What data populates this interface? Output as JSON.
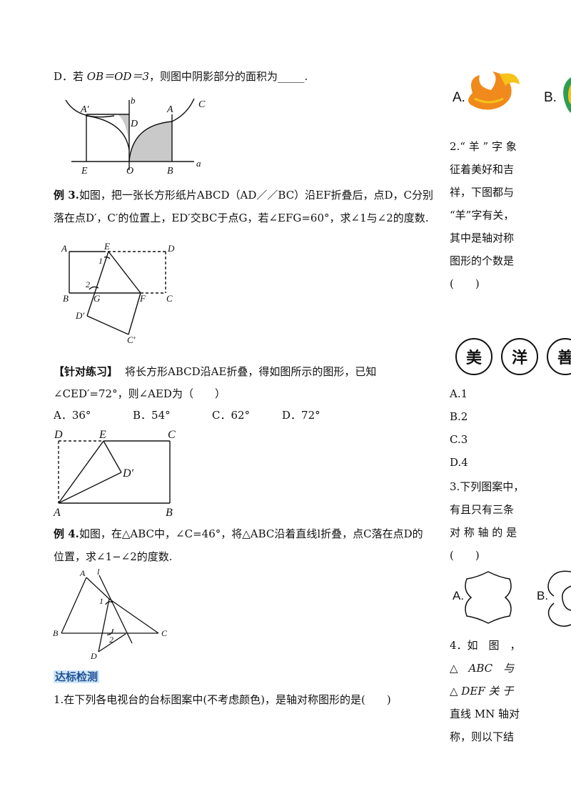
{
  "left": {
    "line_d": {
      "prefix": "D．若 ",
      "expr": "OB＝OD＝3",
      "suffix": "，则图中阴影部分的面积为_____."
    },
    "fig1_labels": {
      "A1": "A′",
      "D": "D",
      "A": "A",
      "C": "C",
      "b": "b",
      "E": "E",
      "O": "O",
      "B": "B",
      "a": "a"
    },
    "ex3": {
      "head": "例 3.",
      "line1": "如图，把一张长方形纸片ABCD（AD／／BC）沿EF折叠后，点D，C分别",
      "line2": "落在点D′，C′的位置上，ED′交BC于点G，若∠EFG=60°，求∠1与∠2的度数."
    },
    "fig2_labels": {
      "A": "A",
      "E": "E",
      "D": "D",
      "n1": "1",
      "n2": "2",
      "B": "B",
      "G": "G",
      "F": "F",
      "C": "C",
      "D1": "D′",
      "C1": "C′"
    },
    "practice": {
      "head": "【针对练习】",
      "line1": "将长方形ABCD沿AE折叠，得如图所示的图形，已知",
      "line2": "∠CED′=72°，则∠AED为（　　）",
      "options": [
        "A．36°",
        "B．54°",
        "C．62°",
        "D．72°"
      ]
    },
    "fig3_labels": {
      "D": "D",
      "E": "E",
      "C": "C",
      "D1": "D′",
      "A": "A",
      "B": "B"
    },
    "ex4": {
      "head": "例 4.",
      "line1": "如图，在△ABC中，∠C=46°，将△ABC沿着直线l折叠，点C落在点D的",
      "line2": "位置，求∠1−∠2的度数."
    },
    "fig4_labels": {
      "A": "A",
      "l": "l",
      "n1": "1",
      "B": "B",
      "C": "C",
      "n2": "2",
      "D": "D"
    },
    "section_title": "达标检测",
    "q1": "1.在下列各电视台的台标图案中(不考虑颜色)，是轴对称图形的是(　　)"
  },
  "right": {
    "logo_labels": {
      "A": "A.",
      "B": "B."
    },
    "q2_lines": [
      "2.“ 羊 ” 字 象",
      "征着美好和吉",
      "祥，下图都与",
      "“羊”字有关，",
      "其中是轴对称",
      "图形的个数是",
      "(　　)"
    ],
    "chars": [
      "美",
      "洋",
      "善"
    ],
    "q2_options": [
      "A.1",
      "B.2",
      "C.3",
      "D.4"
    ],
    "q3_lines": [
      "3.下列图案中，",
      "有且只有三条",
      "对 称 轴 的 是",
      "(　　)"
    ],
    "shape_labels": {
      "A": "A.",
      "B": "B."
    },
    "q4_lines": [
      "4．如　图　，",
      "△　ABC　与",
      "△ DEF 关 于",
      "直线 MN 轴对",
      "称，则以下结"
    ]
  },
  "colors": {
    "shade": "#c9c9c9",
    "logo_orange": "#f08a1c",
    "logo_yellow": "#f6c21b",
    "logo_green": "#2e9e52",
    "highlight": "#cfe6f7"
  }
}
